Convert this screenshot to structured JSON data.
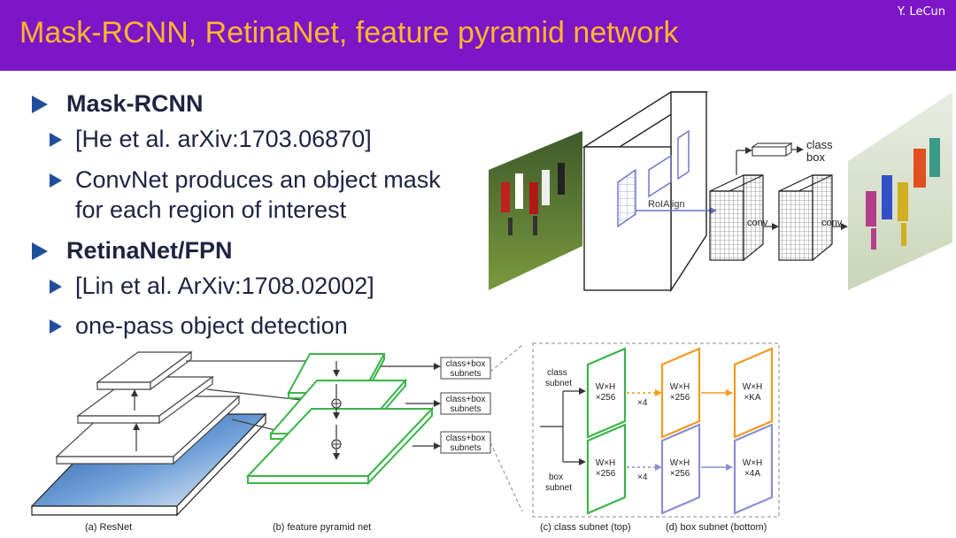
{
  "header": {
    "title": "Mask-RCNN, RetinaNet, feature pyramid network",
    "author": "Y. LeCun"
  },
  "bullets": {
    "mask_rcnn": "Mask-RCNN",
    "mask_ref": "[He et al. arXiv:1703.06870]",
    "mask_desc_1": "ConvNet produces an object mask",
    "mask_desc_2": "for each region of interest",
    "retina": "RetinaNet/FPN",
    "retina_ref": "[Lin et al. ArXiv:1708.02002]",
    "retina_desc": "one-pass object detection"
  },
  "mask_diagram": {
    "roialign": "RoIAlign",
    "class_label": "class",
    "box_label": "box",
    "conv1": "conv",
    "conv2": "conv"
  },
  "fpn_diagram": {
    "subnets_1a": "class+box",
    "subnets_1b": "subnets",
    "subnets_2a": "class+box",
    "subnets_2b": "subnets",
    "subnets_3a": "class+box",
    "subnets_3b": "subnets",
    "caption_a": "(a) ResNet",
    "caption_b": "(b) feature pyramid net",
    "caption_c": "(c) class subnet (top)",
    "caption_d": "(d) box subnet (bottom)",
    "class_subnet_1": "class",
    "class_subnet_2": "subnet",
    "box_subnet_1": "box",
    "box_subnet_2": "subnet",
    "g1a": "W×H",
    "g1b": "×256",
    "g2a": "W×H",
    "g2b": "×256",
    "g3a": "W×H",
    "g3b": "×256",
    "g4a": "W×H",
    "g4b": "×256",
    "o1a": "W×H",
    "o1b": "×KA",
    "o2a": "W×H",
    "o2b": "×4A",
    "x4_top": "×4",
    "x4_bottom": "×4"
  },
  "colors": {
    "header_bg": "#7d16c6",
    "title": "#ffb62c",
    "green": "#3ab54a",
    "orange": "#f39a1e",
    "purple": "#8b8fd0"
  }
}
